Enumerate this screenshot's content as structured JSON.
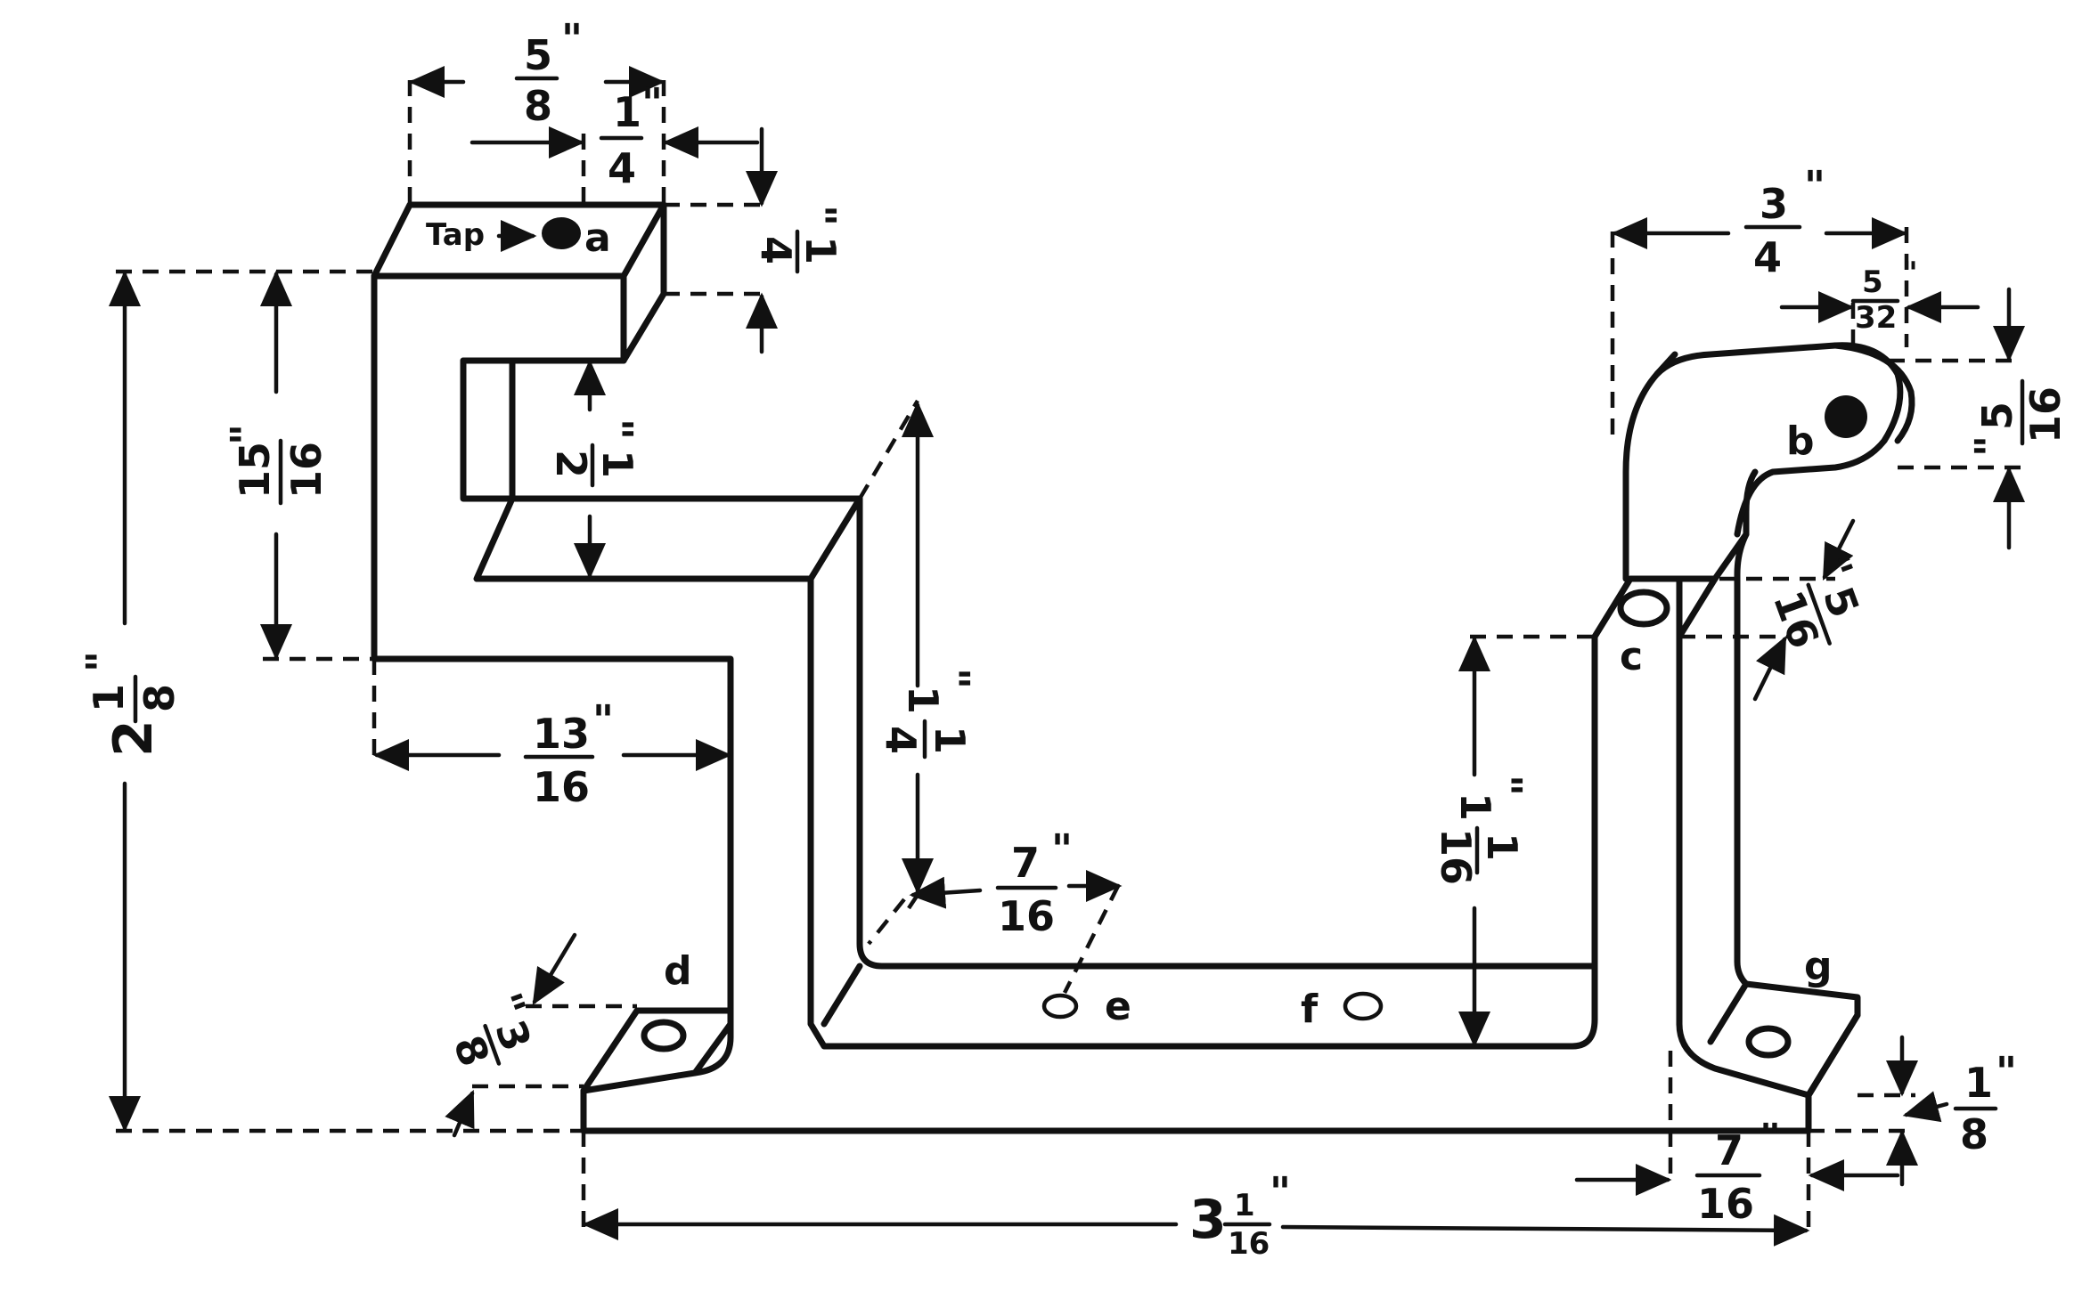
{
  "labels": {
    "tap": "Tap",
    "a": "a",
    "b": "b",
    "c": "c",
    "d": "d",
    "e": "e",
    "f": "f",
    "g": "g"
  },
  "dims": {
    "top_width": {
      "num": "5",
      "den": "8",
      "unit": "\""
    },
    "top_quarter_w": {
      "num": "1",
      "den": "4",
      "unit": "\""
    },
    "top_quarter_h": {
      "num": "1",
      "den": "4",
      "unit": "\""
    },
    "fifteen_sixteenths": {
      "num": "15",
      "den": "16",
      "unit": "\""
    },
    "half": {
      "num": "1",
      "den": "2",
      "unit": "\""
    },
    "total_height": {
      "whole": "2",
      "num": "1",
      "den": "8",
      "unit": "\""
    },
    "thirteen_sixteenths": {
      "num": "13",
      "den": "16",
      "unit": "\""
    },
    "one_quarter_vert": {
      "whole": "1",
      "num": "1",
      "den": "4",
      "unit": "\""
    },
    "seven_sixteenths_mid": {
      "num": "7",
      "den": "16",
      "unit": "\""
    },
    "three_eighths": {
      "num": "3",
      "den": "8",
      "unit": "\""
    },
    "one_one_sixteenth": {
      "whole": "1",
      "num": "1",
      "den": "16",
      "unit": "\""
    },
    "three_quarters": {
      "num": "3",
      "den": "4",
      "unit": "\""
    },
    "five_thirtyseconds": {
      "num": "5",
      "den": "32",
      "unit": "\""
    },
    "five_sixteenths_b": {
      "num": "5",
      "den": "16",
      "unit": "\""
    },
    "five_sixteenths_c": {
      "num": "5",
      "den": "16",
      "unit": "\""
    },
    "bottom_length": {
      "whole": "3",
      "num": "1",
      "den": "16",
      "unit": "\""
    },
    "seven_sixteenths_g": {
      "num": "7",
      "den": "16",
      "unit": "\""
    },
    "one_eighth": {
      "num": "1",
      "den": "8",
      "unit": "\""
    }
  }
}
